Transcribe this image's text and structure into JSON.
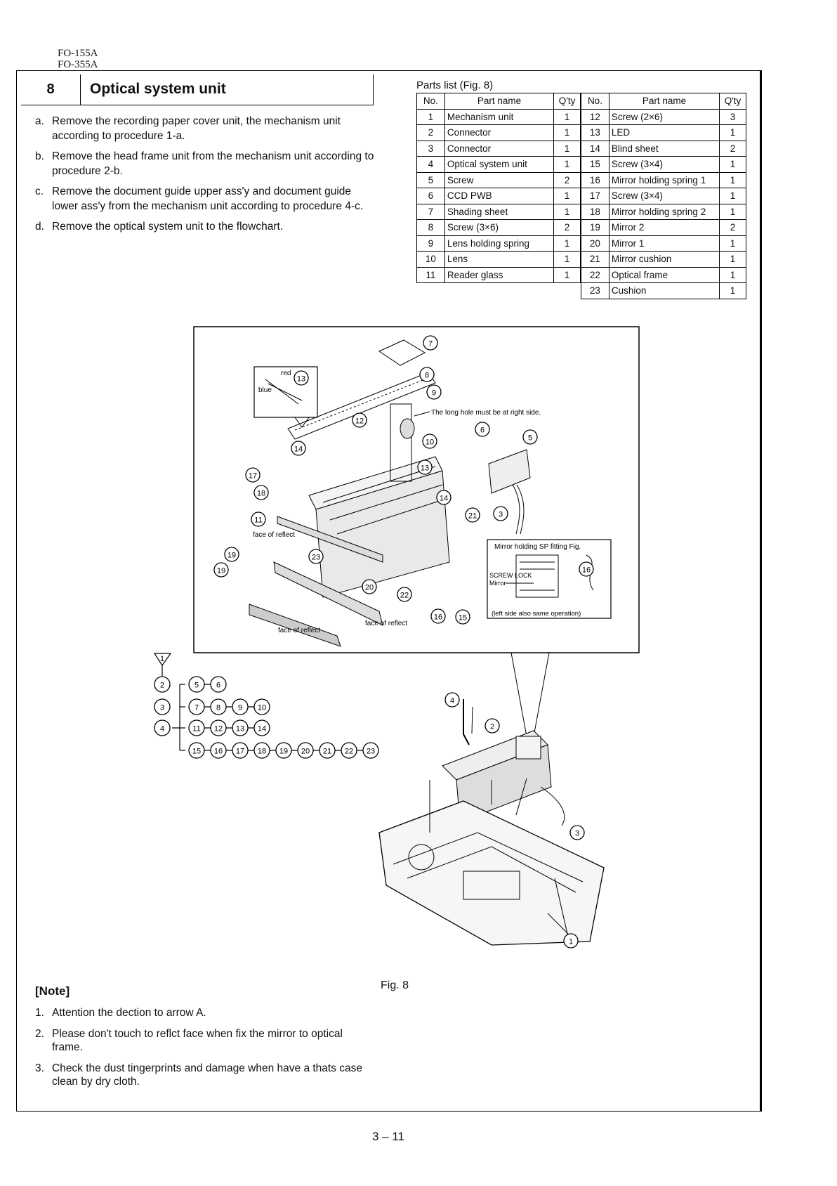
{
  "header": {
    "models": [
      "FO-155A",
      "FO-355A"
    ]
  },
  "section": {
    "number": "8",
    "title": "Optical system unit",
    "steps": [
      {
        "letter": "a.",
        "text": "Remove the recording paper cover unit, the mechanism unit according to procedure 1-a."
      },
      {
        "letter": "b.",
        "text": "Remove the head frame unit from the mechanism unit according to procedure 2-b."
      },
      {
        "letter": "c.",
        "text": "Remove the document guide upper ass'y and document guide lower ass'y from the mechanism unit according to procedure 4-c."
      },
      {
        "letter": "d.",
        "text": "Remove the optical system unit to the flowchart."
      }
    ]
  },
  "parts_list": {
    "caption": "Parts list (Fig. 8)",
    "headers": {
      "no": "No.",
      "name": "Part name",
      "qty": "Q'ty"
    },
    "left": [
      {
        "no": "1",
        "name": "Mechanism unit",
        "qty": "1"
      },
      {
        "no": "2",
        "name": "Connector",
        "qty": "1"
      },
      {
        "no": "3",
        "name": "Connector",
        "qty": "1"
      },
      {
        "no": "4",
        "name": "Optical system unit",
        "qty": "1"
      },
      {
        "no": "5",
        "name": "Screw",
        "qty": "2"
      },
      {
        "no": "6",
        "name": "CCD PWB",
        "qty": "1"
      },
      {
        "no": "7",
        "name": "Shading sheet",
        "qty": "1"
      },
      {
        "no": "8",
        "name": "Screw (3×6)",
        "qty": "2"
      },
      {
        "no": "9",
        "name": "Lens holding spring",
        "qty": "1"
      },
      {
        "no": "10",
        "name": "Lens",
        "qty": "1"
      },
      {
        "no": "11",
        "name": "Reader glass",
        "qty": "1"
      }
    ],
    "right": [
      {
        "no": "12",
        "name": "Screw (2×6)",
        "qty": "3"
      },
      {
        "no": "13",
        "name": "LED",
        "qty": "1"
      },
      {
        "no": "14",
        "name": "Blind sheet",
        "qty": "2"
      },
      {
        "no": "15",
        "name": "Screw (3×4)",
        "qty": "1"
      },
      {
        "no": "16",
        "name": "Mirror holding spring 1",
        "qty": "1"
      },
      {
        "no": "17",
        "name": "Screw (3×4)",
        "qty": "1"
      },
      {
        "no": "18",
        "name": "Mirror holding spring 2",
        "qty": "1"
      },
      {
        "no": "19",
        "name": "Mirror 2",
        "qty": "2"
      },
      {
        "no": "20",
        "name": "Mirror 1",
        "qty": "1"
      },
      {
        "no": "21",
        "name": "Mirror cushion",
        "qty": "1"
      },
      {
        "no": "22",
        "name": "Optical frame",
        "qty": "1"
      },
      {
        "no": "23",
        "name": "Cushion",
        "qty": "1"
      }
    ]
  },
  "figure": {
    "caption": "Fig. 8",
    "labels": {
      "red": "red",
      "blue": "blue",
      "long_hole": "The long hole must be at right side.",
      "face_of_reflect": "face of reflect",
      "face_of_reflect_2": "face of reflect",
      "face_of_reflect_3": "face of reflect",
      "inset_title": "Mirror holding SP fitting Fig.",
      "screw_lock": "SCREW LOCK",
      "mirror": "Mirror",
      "left_side": "(left side also same operation)"
    },
    "flowchart": {
      "start": "1",
      "column": [
        "2",
        "3",
        "4"
      ],
      "rows": [
        [
          "5",
          "6"
        ],
        [
          "7",
          "8",
          "9",
          "10"
        ],
        [
          "11",
          "12",
          "13",
          "14"
        ],
        [
          "15",
          "16",
          "17",
          "18",
          "19",
          "20",
          "21",
          "22",
          "23"
        ]
      ]
    }
  },
  "note": {
    "heading": "[Note]",
    "items": [
      {
        "num": "1.",
        "text": "Attention the dection to arrow A."
      },
      {
        "num": "2.",
        "text": "Please don't touch to reflct face when fix the mirror to optical frame."
      },
      {
        "num": "3.",
        "text": "Check the dust tingerprints and damage when have a thats case clean by dry cloth."
      }
    ]
  },
  "footer": {
    "page": "3 – 11"
  }
}
